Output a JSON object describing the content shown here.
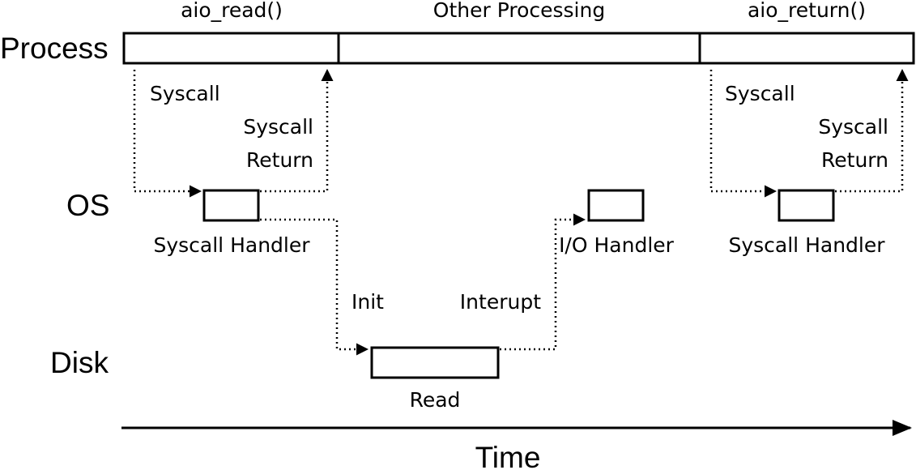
{
  "lanes": {
    "process": "Process",
    "os": "OS",
    "disk": "Disk"
  },
  "phases": {
    "aio_read": "aio_read()",
    "other": "Other Processing",
    "aio_return": "aio_return()"
  },
  "labels": {
    "syscall_1": "Syscall",
    "syscall_return_1a": "Syscall",
    "syscall_return_1b": "Return",
    "syscall_handler_1": "Syscall Handler",
    "init": "Init",
    "read": "Read",
    "interupt": "Interupt",
    "io_handler": "I/O Handler",
    "syscall_2": "Syscall",
    "syscall_return_2a": "Syscall",
    "syscall_return_2b": "Return",
    "syscall_handler_2": "Syscall Handler"
  },
  "axis": {
    "time": "Time"
  }
}
